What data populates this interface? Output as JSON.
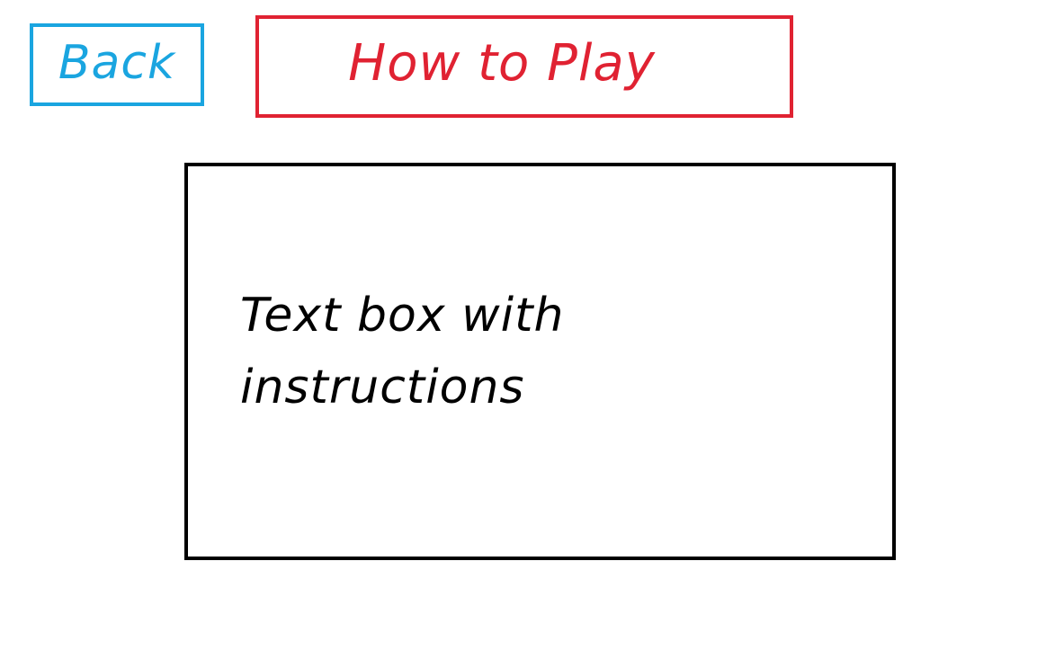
{
  "back_button": {
    "label": "Back",
    "color": "#1aa5e0"
  },
  "header": {
    "title": "How to Play",
    "color": "#e02232"
  },
  "instructions": {
    "text": "Text box with instructions",
    "border_color": "#000000"
  }
}
